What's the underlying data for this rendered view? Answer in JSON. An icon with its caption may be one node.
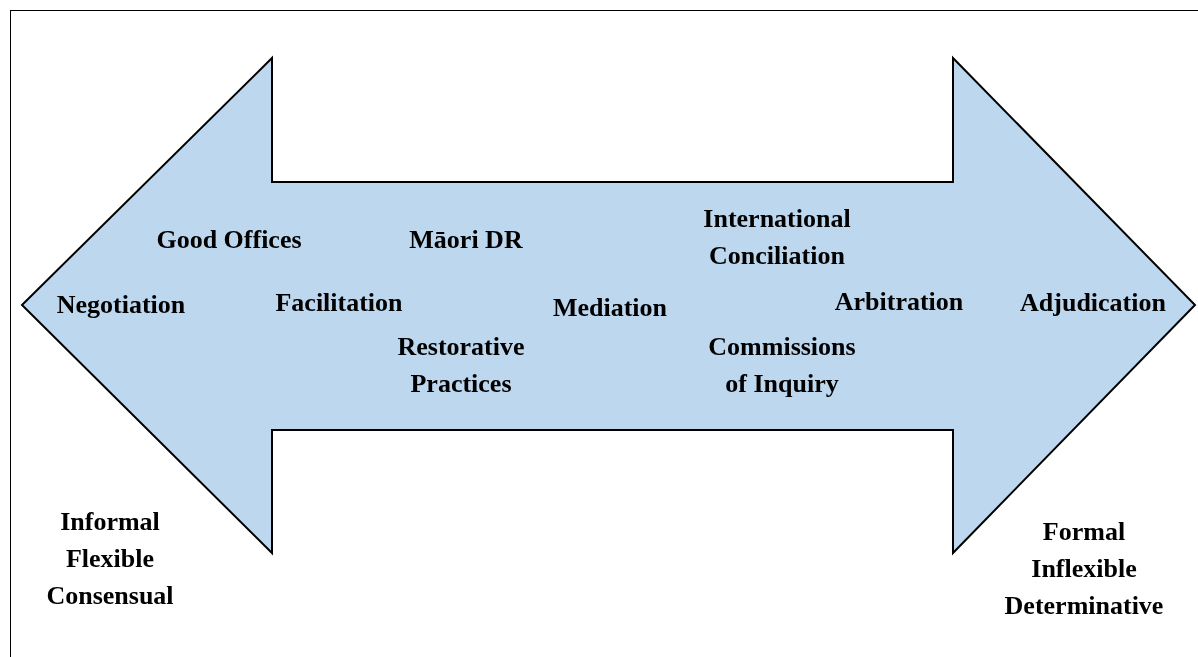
{
  "diagram": {
    "labels": [
      "Good Offices",
      "Māori DR",
      "International Conciliation",
      "Negotiation",
      "Facilitation",
      "Mediation",
      "Arbitration",
      "Adjudication",
      "Restorative Practices",
      "Commissions of Inquiry",
      "Informal",
      "Flexible",
      "Consensual",
      "Formal",
      "Inflexible",
      "Determinative"
    ]
  }
}
